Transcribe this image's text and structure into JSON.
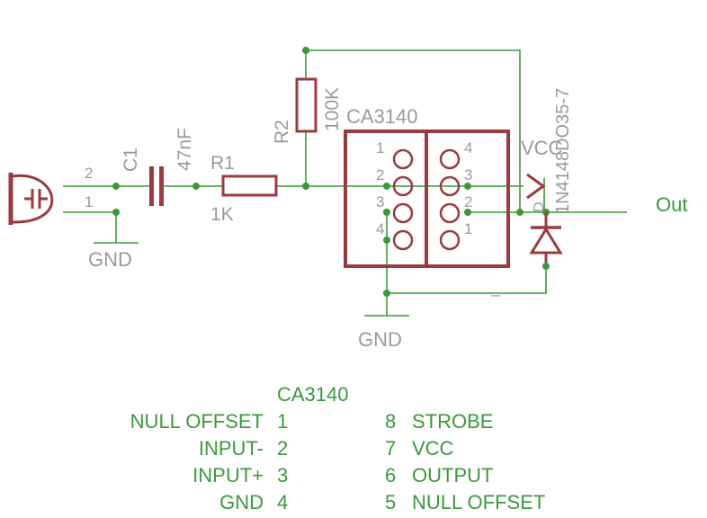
{
  "microphone": {
    "pin2": "2",
    "pin1": "1"
  },
  "gnd_label": "GND",
  "c1": {
    "name": "C1",
    "value": "47nF"
  },
  "r1": {
    "name": "R1",
    "value": "1K"
  },
  "r2": {
    "name": "R2",
    "value": "100K"
  },
  "chip": {
    "name": "CA3140",
    "left_pins": [
      "1",
      "2",
      "3",
      "4"
    ],
    "right_pins": [
      "4",
      "3",
      "2",
      "1"
    ]
  },
  "vcc_label": "VCC",
  "diode_name": "1N4148DO35-7",
  "diode_side": "D",
  "out_label": "Out",
  "neg_marker": "_",
  "pinout": {
    "title": "CA3140",
    "left": [
      {
        "name": "NULL OFFSET",
        "num": "1"
      },
      {
        "name": "INPUT-",
        "num": "2"
      },
      {
        "name": "INPUT+",
        "num": "3"
      },
      {
        "name": "GND",
        "num": "4"
      }
    ],
    "right": [
      {
        "num": "8",
        "name": "STROBE"
      },
      {
        "num": "7",
        "name": "VCC"
      },
      {
        "num": "6",
        "name": "OUTPUT"
      },
      {
        "num": "5",
        "name": "NULL OFFSET"
      }
    ]
  },
  "colors": {
    "wire": "#3a9a3a",
    "part": "#9b3b3f",
    "label": "#9a9a9a",
    "text": "#3a9a3a"
  }
}
